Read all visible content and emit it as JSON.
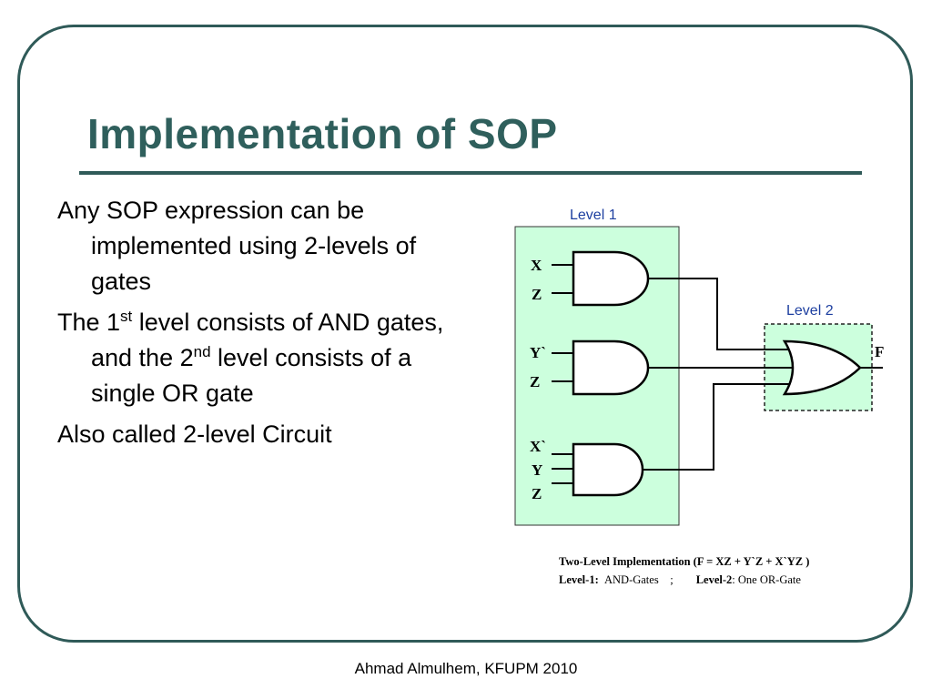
{
  "slide": {
    "title": "Implementation of SOP",
    "bullets": [
      {
        "text": "Any SOP expression can be implemented using 2-levels of gates"
      },
      {
        "pre": "The 1",
        "sup1": "st",
        "mid": " level consists of AND gates, and the 2",
        "sup2": "nd",
        "post": " level consists of a single OR gate"
      },
      {
        "text": "Also called 2-level Circuit"
      }
    ],
    "footer": "Ahmad Almulhem, KFUPM 2010"
  },
  "diagram": {
    "level1_label": "Level 1",
    "level2_label": "Level 2",
    "gate1_inputs": [
      "X",
      "Z"
    ],
    "gate2_inputs": [
      "Y`",
      "Z"
    ],
    "gate3_inputs": [
      "X`",
      "Y",
      "Z"
    ],
    "output_label": "F",
    "caption": {
      "line1": "Two-Level Implementation (F = XZ + Y`Z + X`YZ )",
      "level1_key": "Level-1:",
      "level1_value": "AND-Gates",
      "separator": ";",
      "level2_key": "Level-2",
      "level2_value": ": One OR-Gate"
    },
    "colors": {
      "level_fill": "#ccffdd",
      "level_label": "#1d3fa0",
      "title": "#2f5f5c",
      "frame": "#2f5a58"
    }
  }
}
